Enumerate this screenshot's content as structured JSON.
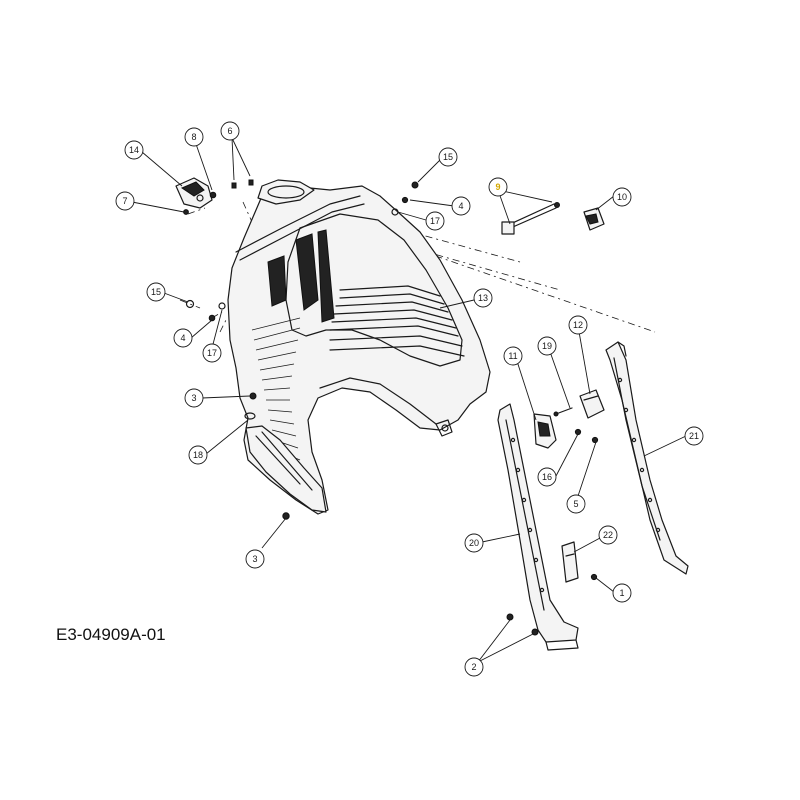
{
  "drawing": {
    "code": "E3-04909A-01"
  },
  "callouts": [
    {
      "id": "c14",
      "label": "14"
    },
    {
      "id": "c8",
      "label": "8"
    },
    {
      "id": "c6",
      "label": "6"
    },
    {
      "id": "c7",
      "label": "7"
    },
    {
      "id": "c15a",
      "label": "15"
    },
    {
      "id": "c4a",
      "label": "4"
    },
    {
      "id": "c17a",
      "label": "17"
    },
    {
      "id": "c9",
      "label": "9",
      "highlight": "#d4a800"
    },
    {
      "id": "c10",
      "label": "10"
    },
    {
      "id": "c13",
      "label": "13"
    },
    {
      "id": "c15b",
      "label": "15"
    },
    {
      "id": "c4b",
      "label": "4"
    },
    {
      "id": "c17b",
      "label": "17"
    },
    {
      "id": "c3a",
      "label": "3"
    },
    {
      "id": "c18",
      "label": "18"
    },
    {
      "id": "c3b",
      "label": "3"
    },
    {
      "id": "c11",
      "label": "11"
    },
    {
      "id": "c19",
      "label": "19"
    },
    {
      "id": "c12",
      "label": "12"
    },
    {
      "id": "c16",
      "label": "16"
    },
    {
      "id": "c5",
      "label": "5"
    },
    {
      "id": "c21",
      "label": "21"
    },
    {
      "id": "c20",
      "label": "20"
    },
    {
      "id": "c22",
      "label": "22"
    },
    {
      "id": "c1",
      "label": "1"
    },
    {
      "id": "c2",
      "label": "2"
    }
  ]
}
